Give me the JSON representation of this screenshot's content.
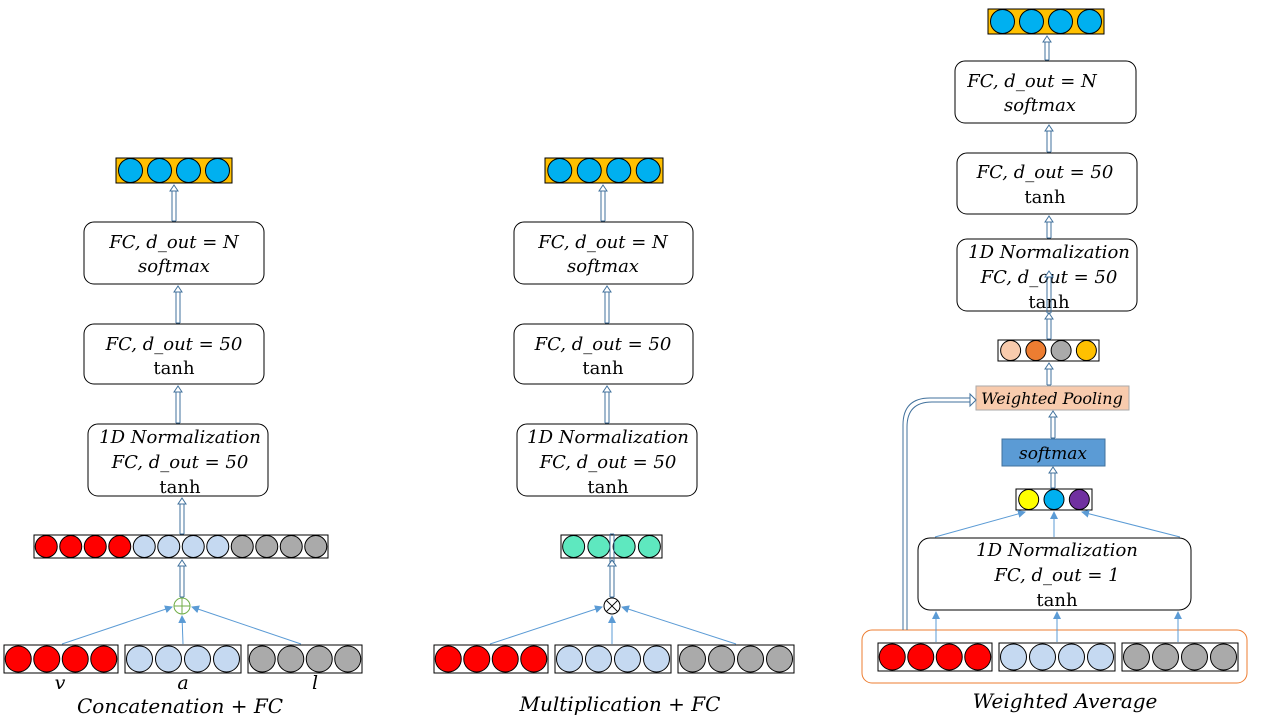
{
  "panels": [
    {
      "id": "concat",
      "caption": "Concatenation + FC",
      "input_labels": [
        "v",
        "a",
        "l"
      ],
      "operator": "plus",
      "fc_out_lines": [
        "FC, d_out = N",
        "softmax"
      ],
      "fc50_lines": [
        "FC, d_out = 50",
        "tanh"
      ],
      "norm_lines": [
        "1D Normalization",
        "FC, d_out = 50",
        "tanh"
      ],
      "fused_colors": [
        "#ff0000",
        "#ff0000",
        "#ff0000",
        "#ff0000",
        "#c5d9f1",
        "#c5d9f1",
        "#c5d9f1",
        "#c5d9f1",
        "#aaaaaa",
        "#aaaaaa",
        "#aaaaaa",
        "#aaaaaa"
      ],
      "output_colors": [
        "#00b0f0",
        "#00b0f0",
        "#00b0f0",
        "#00b0f0"
      ]
    },
    {
      "id": "mult",
      "caption": "Multiplication + FC",
      "input_labels": [],
      "operator": "times",
      "fc_out_lines": [
        "FC, d_out = N",
        "softmax"
      ],
      "fc50_lines": [
        "FC, d_out = 50",
        "tanh"
      ],
      "norm_lines": [
        "1D Normalization",
        "FC, d_out = 50",
        "tanh"
      ],
      "fused_colors": [
        "#5ee8bf",
        "#5ee8bf",
        "#5ee8bf",
        "#5ee8bf"
      ],
      "output_colors": [
        "#00b0f0",
        "#00b0f0",
        "#00b0f0",
        "#00b0f0"
      ]
    },
    {
      "id": "wavg",
      "caption": "Weighted Average",
      "fc_out_lines": [
        "FC, d_out = N",
        "softmax"
      ],
      "fc50_lines": [
        "FC, d_out = 50",
        "tanh"
      ],
      "norm_lines": [
        "1D Normalization",
        "FC, d_out = 50",
        "tanh"
      ],
      "pooled_colors": [
        "#f8cbad",
        "#ed7d31",
        "#aaaaaa",
        "#ffc000"
      ],
      "weighted_pooling_label": "Weighted Pooling",
      "softmax_label": "softmax",
      "weights_colors": [
        "#ffff00",
        "#00b0f0",
        "#7030a0"
      ],
      "att_norm_lines": [
        "1D Normalization",
        "FC, d_out = 1",
        "tanh"
      ],
      "output_colors": [
        "#00b0f0",
        "#00b0f0",
        "#00b0f0",
        "#00b0f0"
      ]
    }
  ],
  "input_colors": {
    "visual": "#ff0000",
    "audio": "#c5d9f1",
    "language": "#aaaaaa"
  },
  "colors": {
    "vector_bg_output": "#ffc000",
    "pooling_bg": "#f8cbad",
    "softmax_bg": "#5b9bd5",
    "arrow": "#5b9bd5",
    "group_border": "#ed7d31"
  }
}
